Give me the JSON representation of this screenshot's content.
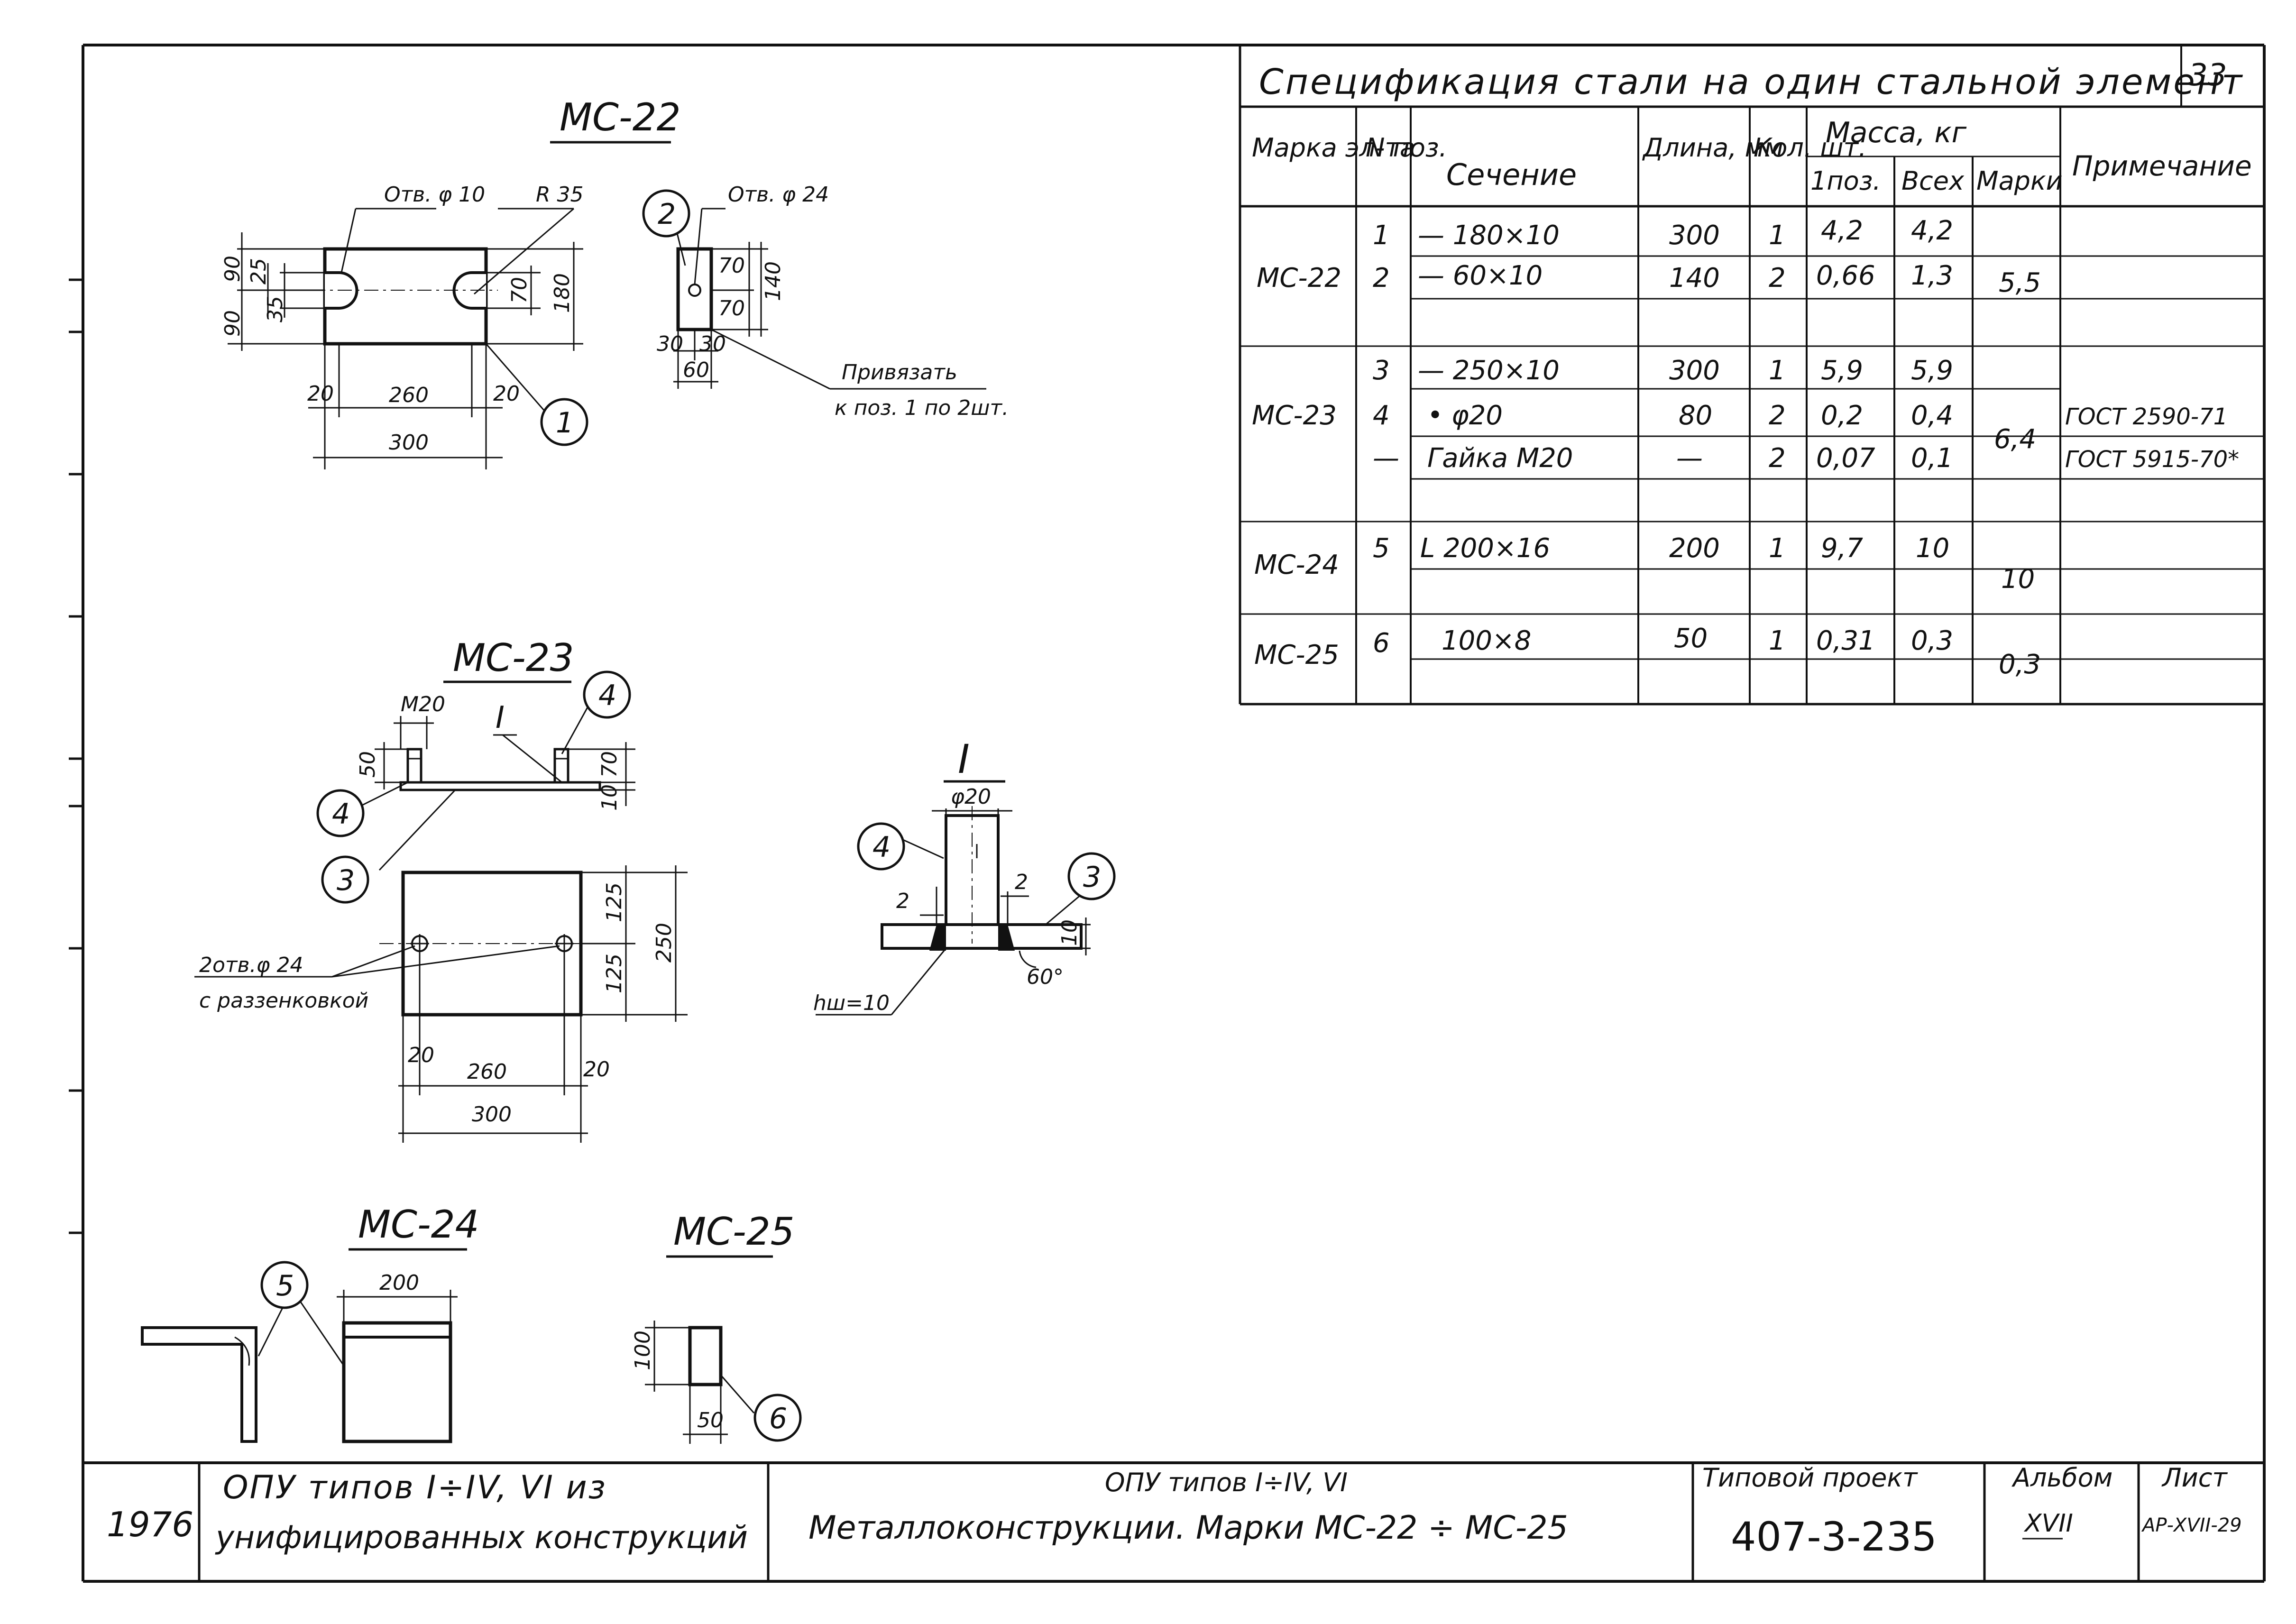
{
  "sheet_number": "33",
  "spec_table": {
    "title": "Спецификация стали на один стальной элемент",
    "headers": {
      "mark": "Марка эл-та",
      "pos": "N поз.",
      "section": "Сечение",
      "length": "Длина, мм",
      "qty": "Кол. шт.",
      "mass": "Масса, кг",
      "mass_one": "1поз.",
      "mass_all": "Всех",
      "mass_mark": "Марки",
      "note": "Примечание"
    },
    "rows": [
      {
        "mark": "МС-22",
        "pos": "1",
        "section": "— 180×10",
        "length": "300",
        "qty": "1",
        "m1": "4,2",
        "mall": "4,2",
        "mmark": "5,5",
        "note": ""
      },
      {
        "mark": "",
        "pos": "2",
        "section": "— 60×10",
        "length": "140",
        "qty": "2",
        "m1": "0,66",
        "mall": "1,3",
        "mmark": "",
        "note": ""
      },
      {
        "mark": "МС-23",
        "pos": "3",
        "section": "— 250×10",
        "length": "300",
        "qty": "1",
        "m1": "5,9",
        "mall": "5,9",
        "mmark": "6,4",
        "note": ""
      },
      {
        "mark": "",
        "pos": "4",
        "section": "• φ20",
        "length": "80",
        "qty": "2",
        "m1": "0,2",
        "mall": "0,4",
        "mmark": "",
        "note": "ГОСТ 2590-71"
      },
      {
        "mark": "",
        "pos": "—",
        "section": "Гайка М20",
        "length": "—",
        "qty": "2",
        "m1": "0,07",
        "mall": "0,1",
        "mmark": "",
        "note": "ГОСТ 5915-70*"
      },
      {
        "mark": "МС-24",
        "pos": "5",
        "section": "L 200×16",
        "length": "200",
        "qty": "1",
        "m1": "9,7",
        "mall": "10",
        "mmark": "10",
        "note": ""
      },
      {
        "mark": "МС-25",
        "pos": "6",
        "section": "100×8",
        "length": "50",
        "qty": "1",
        "m1": "0,31",
        "mall": "0,3",
        "mmark": "0,3",
        "note": ""
      }
    ]
  },
  "drawings": {
    "mc22": {
      "title": "МС-22",
      "hole10": "Отв. φ 10",
      "radius": "R 35",
      "hole24": "Отв. φ 24",
      "tie_note_1": "Привязать",
      "tie_note_2": "к поз. 1 по 2шт.",
      "dims": {
        "d90a": "90",
        "d25": "25",
        "d35": "35",
        "d90b": "90",
        "d70": "70",
        "d180": "180",
        "d20a": "20",
        "d260": "260",
        "d20b": "20",
        "d300": "300",
        "d70b": "70",
        "d70c": "70",
        "d140": "140",
        "d30a": "30",
        "d30b": "30",
        "d60": "60"
      }
    },
    "mc23": {
      "title": "МС-23",
      "m20": "М20",
      "detail_mark": "I",
      "holes_note_1": "2отв.φ 24",
      "holes_note_2": "с раззенковкой",
      "dims": {
        "d50": "50",
        "d70": "70",
        "d10": "10",
        "d125a": "125",
        "d125b": "125",
        "d250": "250",
        "d20a": "20",
        "d260": "260",
        "d20b": "20",
        "d300": "300"
      }
    },
    "detail_I": {
      "title": "I",
      "phi20": "φ20",
      "d2a": "2",
      "d2b": "2",
      "d10": "10",
      "d60": "60°",
      "hw": "hш=10"
    },
    "mc24": {
      "title": "МС-24",
      "d200": "200"
    },
    "mc25": {
      "title": "МС-25",
      "d100": "100",
      "d50": "50"
    },
    "callouts": [
      "1",
      "2",
      "3",
      "4",
      "5",
      "6"
    ]
  },
  "title_block": {
    "year": "1976",
    "object_line1": "ОПУ типов I÷IV, VI из",
    "object_line2": "унифицированных конструкций",
    "sheet_line1": "ОПУ типов I÷IV, VI",
    "sheet_line2": "Металлоконструкции. Марки МС-22 ÷ МС-25",
    "project_label": "Типовой проект",
    "project_number": "407-3-235",
    "album_label": "Альбом",
    "album_value": "XVII",
    "sheet_label": "Лист",
    "sheet_value": "АР-XVII-29"
  }
}
